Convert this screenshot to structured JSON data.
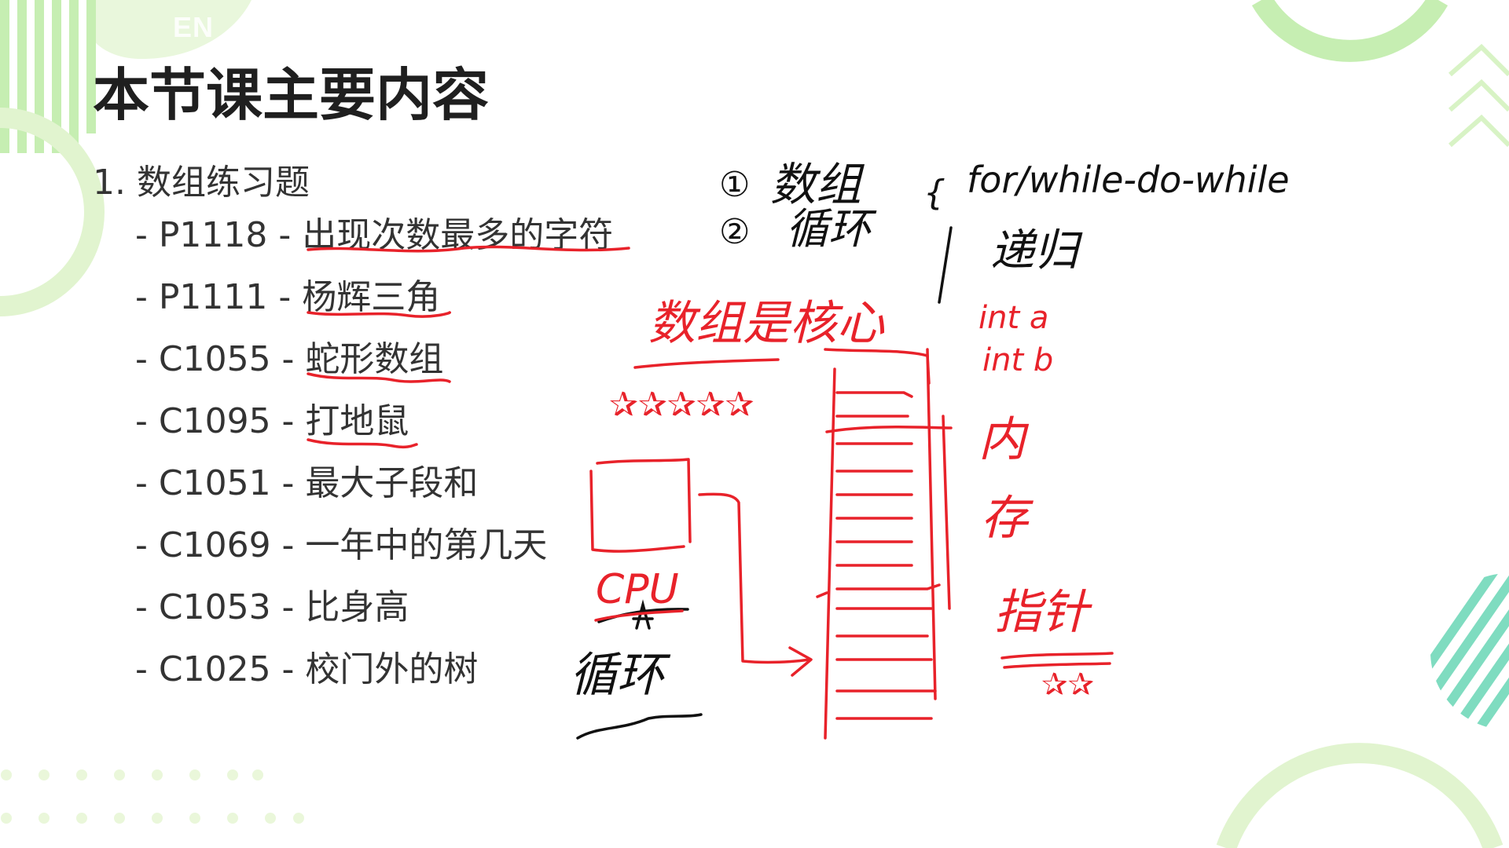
{
  "slide": {
    "badge": "EN",
    "title": "本节课主要内容",
    "section_heading": "1. 数组练习题",
    "problems": [
      {
        "line": "- P1118 - 出现次数最多的字符"
      },
      {
        "line": "- P1111 - 杨辉三角"
      },
      {
        "line": "- C1055 - 蛇形数组"
      },
      {
        "line": "- C1095 - 打地鼠"
      },
      {
        "line": "- C1051 - 最大子段和"
      },
      {
        "line": "- C1069 - 一年中的第几天"
      },
      {
        "line": "- C1053 - 比身高"
      },
      {
        "line": "- C1025 - 校门外的树"
      }
    ]
  },
  "handwriting": {
    "top_item_1": "数组",
    "top_item_2": "循环",
    "loops": "for/while-do-while",
    "recursion": "递归",
    "array_core": "数组是核心",
    "int_a": "int a",
    "int_b": "int b",
    "memory_1": "内",
    "memory_2": "存",
    "cpu": "CPU",
    "loop_bottom": "循环",
    "pointer": "指针"
  },
  "colors": {
    "accent_green": "#b5e8a0",
    "accent_teal": "#7fdcc0",
    "ink_red": "#e8222a",
    "ink_black": "#111111",
    "text": "#333333"
  }
}
